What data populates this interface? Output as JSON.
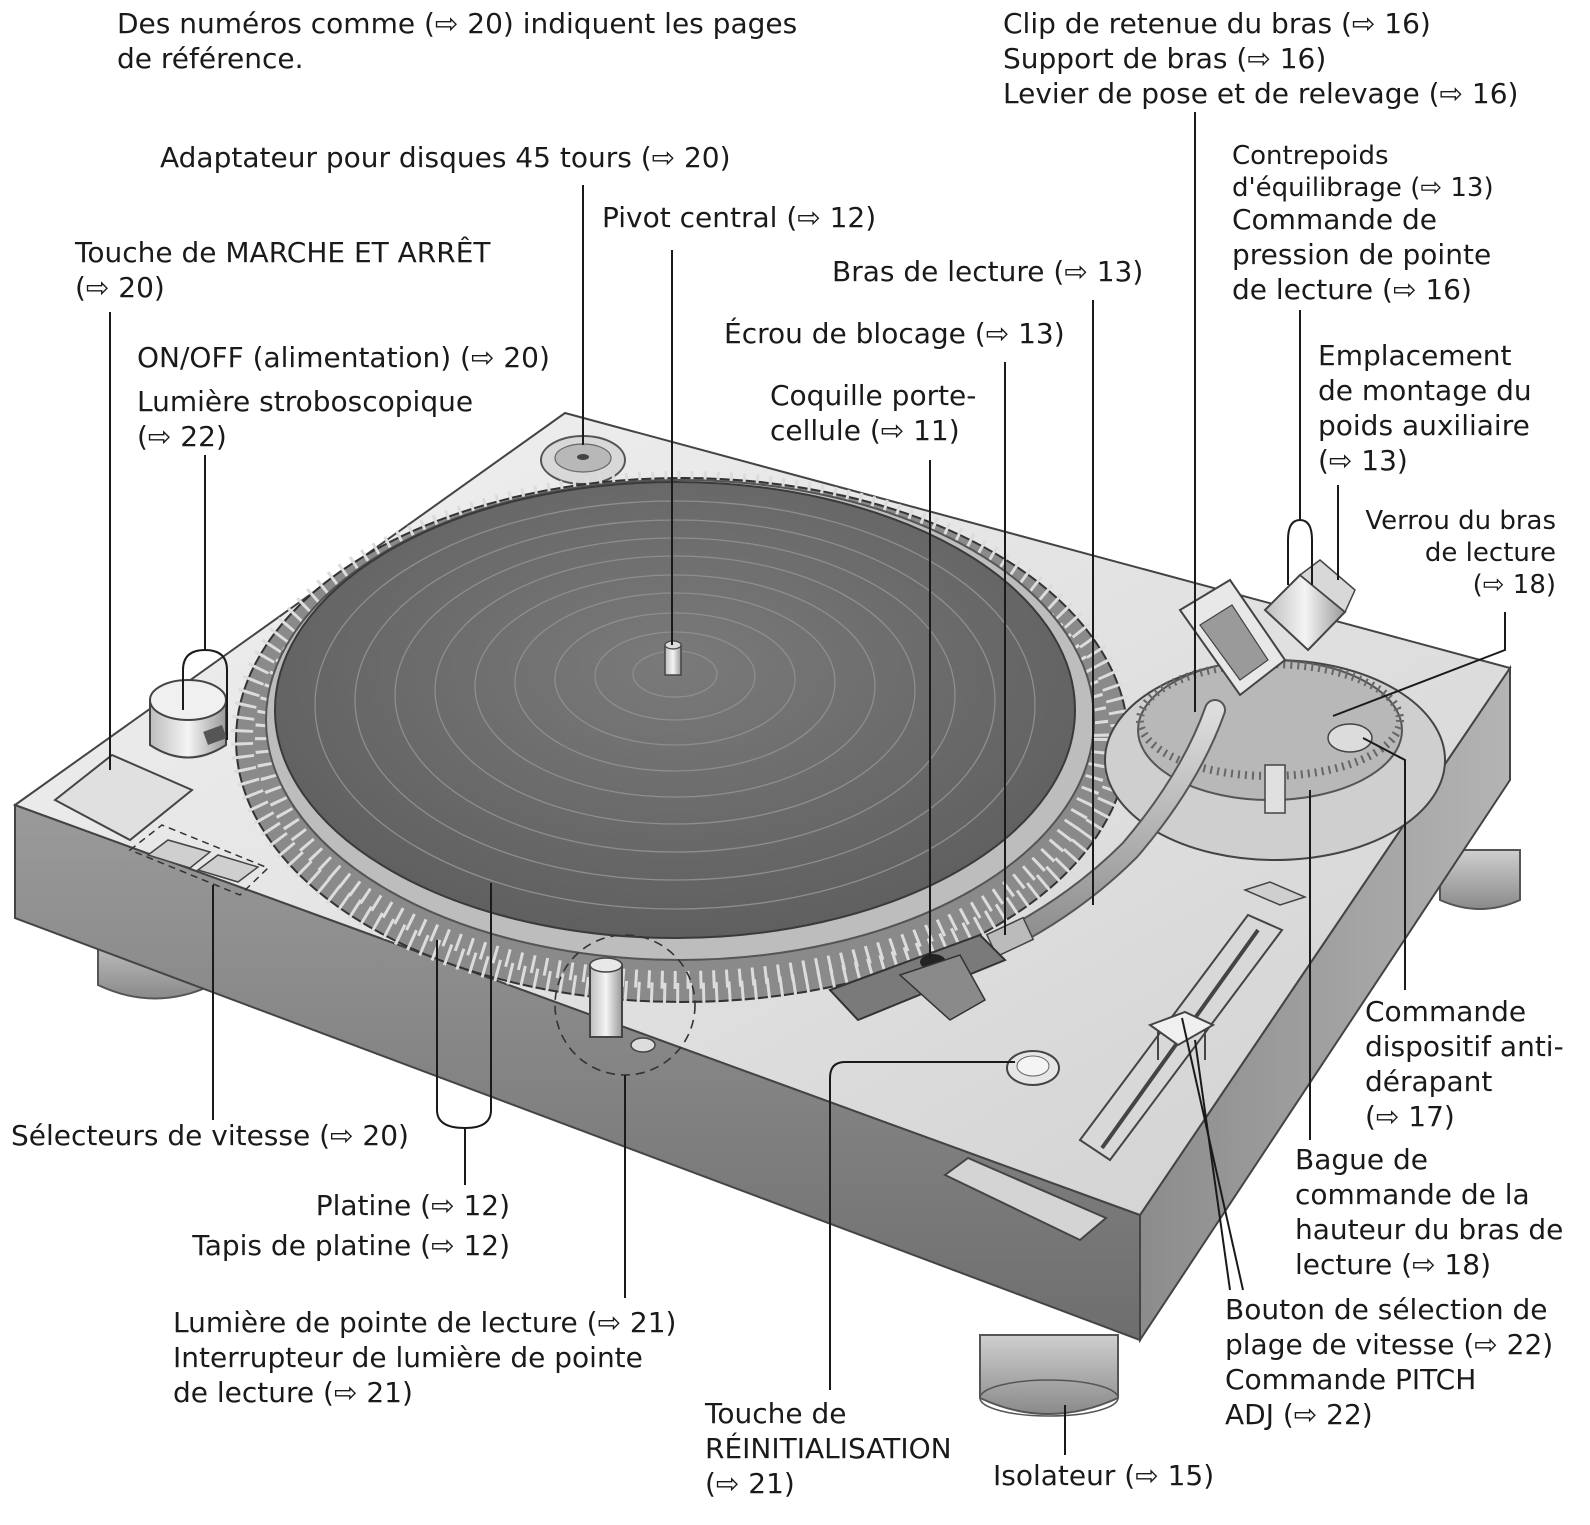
{
  "note": "Des numéros comme (⇨ 20) indiquent les pages\nde référence.",
  "labels": {
    "clip": "Clip de retenue du bras (⇨ 16)\nSupport de bras (⇨ 16)\nLevier de pose et de relevage (⇨ 16)",
    "adaptateur": "Adaptateur pour disques 45 tours (⇨ 20)",
    "pivot": "Pivot central (⇨ 12)",
    "contrepoids": "Contrepoids\nd'équilibrage (⇨ 13)",
    "commande_pression": "Commande de\npression de pointe\nde lecture (⇨ 16)",
    "marche": "Touche de MARCHE ET ARRÊT\n(⇨ 20)",
    "bras": "Bras de lecture (⇨ 13)",
    "ecrou": "Écrou de blocage (⇨ 13)",
    "onoff": "ON/OFF (alimentation) (⇨ 20)",
    "strobo": "Lumière stroboscopique\n(⇨ 22)",
    "coquille": "Coquille porte-\ncellule (⇨ 11)",
    "emplacement": "Emplacement\nde montage du\npoids auxiliaire\n(⇨ 13)",
    "verrou": "Verrou du bras\nde lecture\n(⇨ 18)",
    "antiderapant": "Commande\ndispositif anti-\ndérapant\n(⇨ 17)",
    "selecteurs": "Sélecteurs de vitesse (⇨ 20)",
    "bague": "Bague de\ncommande de la\nhauteur du bras de\nlecture (⇨ 18)",
    "platine": "Platine (⇨ 12)",
    "tapis": "Tapis de platine (⇨ 12)",
    "bouton_plage": "Bouton de sélection de\nplage de vitesse (⇨ 22)\nCommande PITCH\nADJ (⇨ 22)",
    "lumiere_pointe": "Lumière de pointe de lecture (⇨ 21)\nInterrupteur de lumière de pointe\nde lecture (⇨ 21)",
    "reinit": "Touche de\nRÉINITIALISATION\n(⇨ 21)",
    "isolateur": "Isolateur (⇨ 15)"
  }
}
